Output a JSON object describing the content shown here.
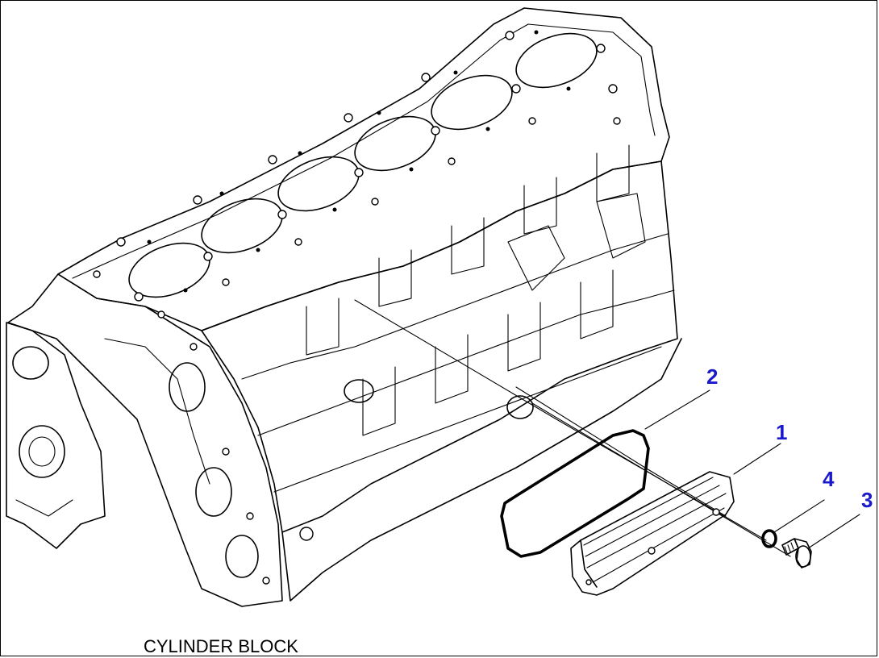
{
  "caption": "CYLINDER BLOCK",
  "callouts": [
    {
      "id": "1",
      "label": "1"
    },
    {
      "id": "2",
      "label": "2"
    },
    {
      "id": "3",
      "label": "3"
    },
    {
      "id": "4",
      "label": "4"
    }
  ],
  "colors": {
    "callout": "#1a1acc",
    "ink": "#000000",
    "background": "#ffffff"
  }
}
